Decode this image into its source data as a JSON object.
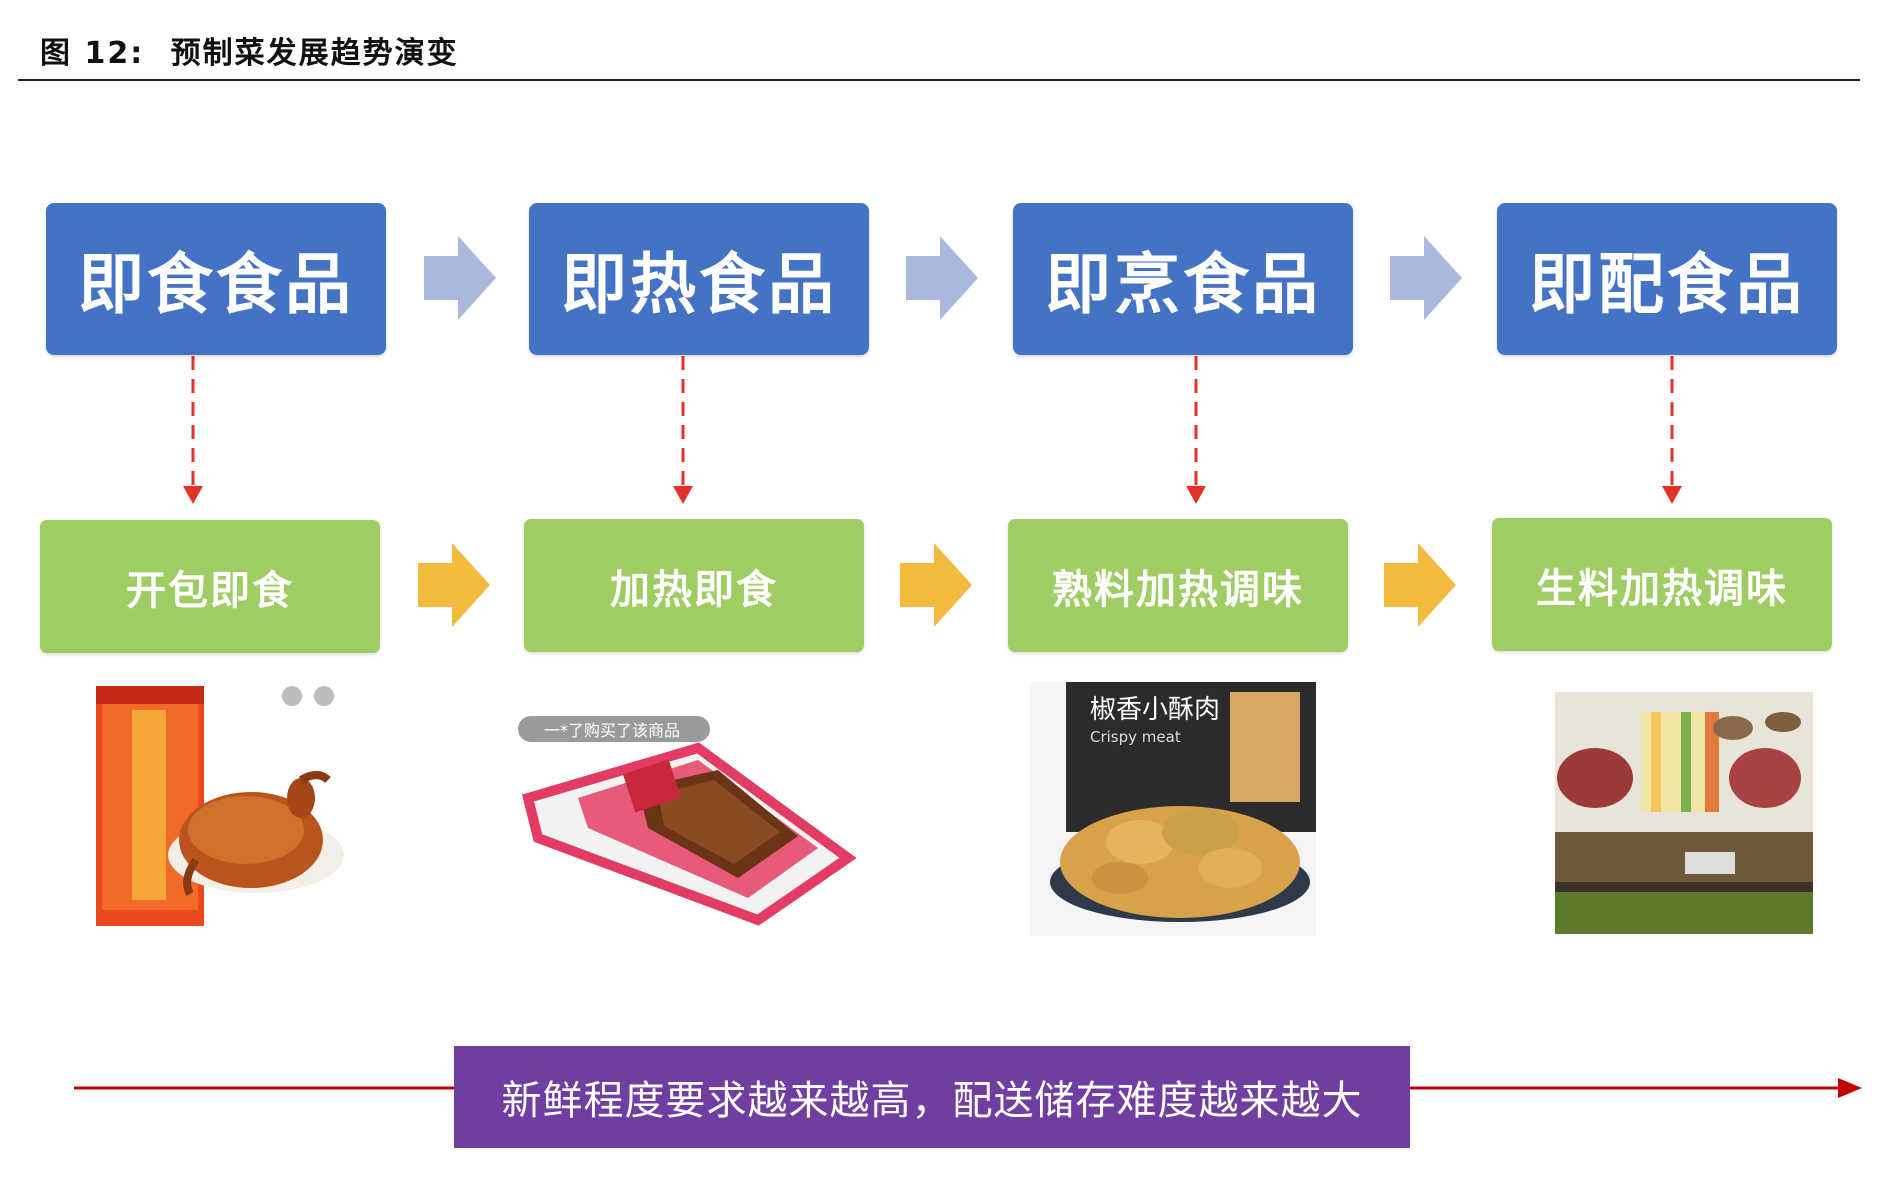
{
  "figure": {
    "label": "图 12:",
    "title": "预制菜发展趋势演变"
  },
  "stages": [
    {
      "category": "即食食品",
      "method": "开包即食"
    },
    {
      "category": "即热食品",
      "method": "加热即食"
    },
    {
      "category": "即烹食品",
      "method": "熟料加热调味"
    },
    {
      "category": "即配食品",
      "method": "生料加热调味"
    }
  ],
  "product_images": [
    {
      "overlay_text": ""
    },
    {
      "overlay_text": "一*了购买了该商品"
    },
    {
      "overlay_text": "椒香小酥肉",
      "overlay_subtext": "Crispy meat"
    },
    {
      "overlay_text": ""
    }
  ],
  "trend": {
    "label": "新鲜程度要求越来越高，配送储存难度越来越大"
  },
  "colors": {
    "blue_box": "#4472c4",
    "green_box": "#9fcd63",
    "blue_arrow": "#a9b8dc",
    "orange_arrow": "#f2bb3d",
    "connector_red": "#e53228",
    "trend_purple": "#6f3ea0",
    "trend_line": "#c00000"
  }
}
